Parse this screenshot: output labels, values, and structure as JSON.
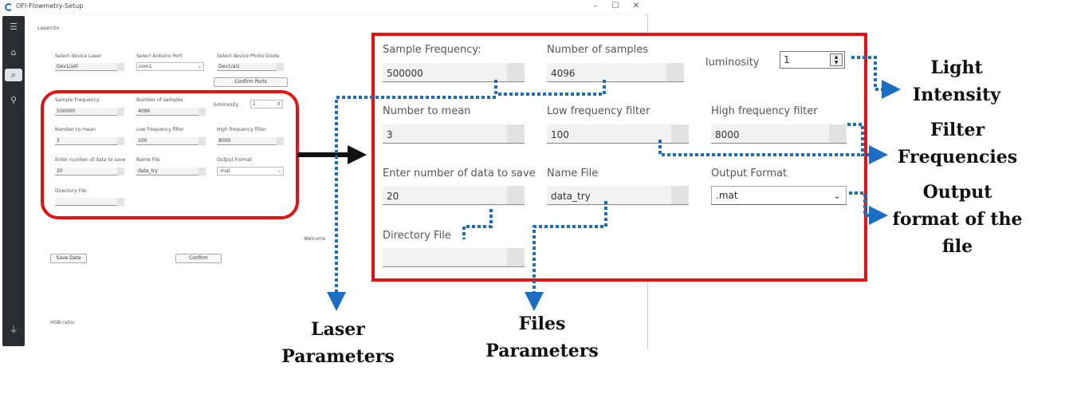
{
  "window": {
    "title": "OFI-Flowmetry-Setup",
    "controls": {
      "minimize": "–",
      "maximize": "☐",
      "close": "✕"
    }
  },
  "sidebar": {
    "icons": [
      "menu-icon",
      "home-icon",
      "attachment-icon",
      "search-icon",
      "plug-icon"
    ]
  },
  "app": {
    "header": "Lasercito",
    "ports": {
      "laser_label": "Select device Laser",
      "laser_value": "Dev1/ai0",
      "arduino_label": "Select Arduino Port",
      "arduino_value": "com1",
      "diode_label": "Select device Photo Diode",
      "diode_value": "Dev1/ai1",
      "confirm_ports": "Confirm Ports"
    },
    "welcome": "Welcome",
    "save_data": "Save Data",
    "confirm": "Confirm",
    "hgb_ratio": "HGB ratio:"
  },
  "form": {
    "sample_frequency_label": "Sample Frequency:",
    "sample_frequency": "500000",
    "num_samples_label": "Number of samples",
    "num_samples": "4096",
    "luminosity_label": "luminosity",
    "luminosity": "1",
    "number_to_mean_label": "Number to mean",
    "number_to_mean": "3",
    "low_filter_label": "Low frequency filter",
    "low_filter": "100",
    "high_filter_label": "High frequency filter",
    "high_filter": "8000",
    "num_data_label": "Enter number of data to save",
    "num_data": "20",
    "name_file_label": "Name File",
    "name_file": "data_try",
    "output_format_label": "Output Format",
    "output_format": ".mat",
    "directory_label": "Directory File",
    "directory": ""
  },
  "annotations": {
    "light_intensity": [
      "Light",
      "Intensity"
    ],
    "filter_frequencies": [
      "Filter",
      "Frequencies"
    ],
    "output_format": [
      "Output",
      "format of the",
      "file"
    ],
    "laser_parameters": [
      "Laser",
      "Parameters"
    ],
    "files_parameters": [
      "Files",
      "Parameters"
    ]
  },
  "colors": {
    "highlight": "#e81010",
    "connector": "#1a6fc4",
    "sidebar": "#2a2d31"
  }
}
